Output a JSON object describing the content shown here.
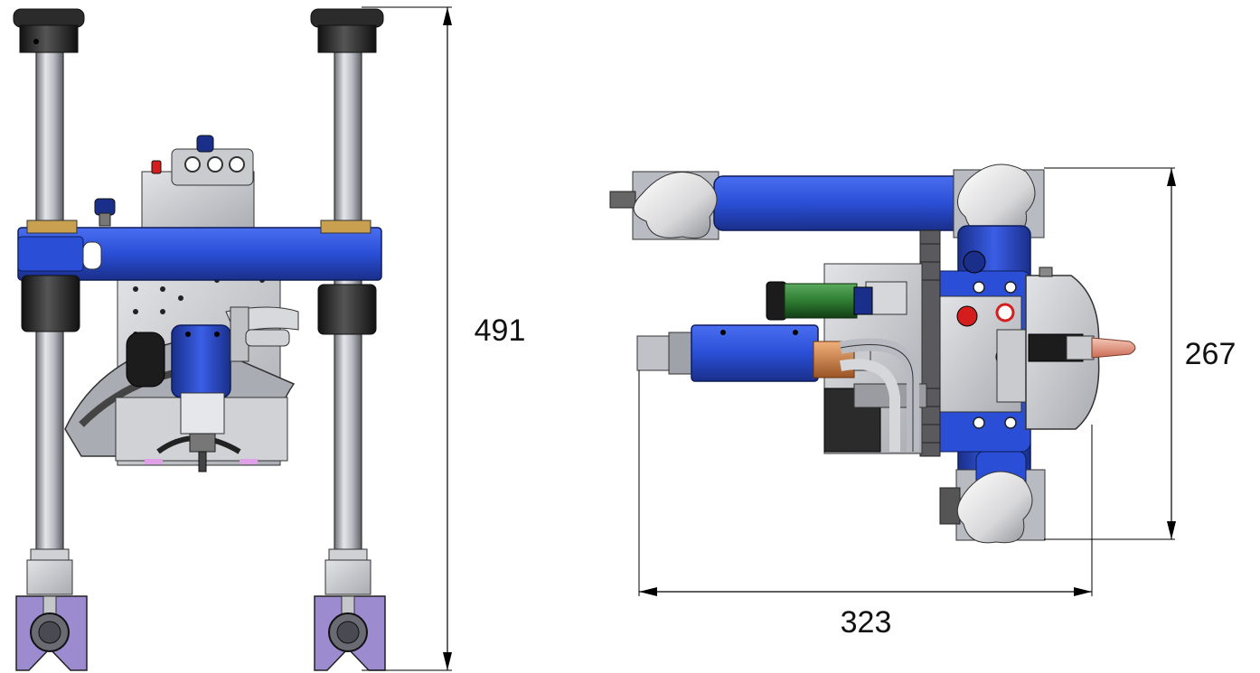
{
  "dimensions": {
    "front_height": "491",
    "side_height": "267",
    "side_width": "323"
  },
  "colors": {
    "body_blue": "#2a4fd6",
    "body_blue_dark": "#1a2f8a",
    "steel_grey": "#c9cbcf",
    "dark_grey": "#3a3a3a",
    "black": "#1c1c1c",
    "purple_pad": "#9d8bd0",
    "red_button": "#d41e1e",
    "green_part": "#2e7d32",
    "copper": "#c8753a",
    "nozzle_pink": "#e8a08a"
  },
  "icons": {
    "front_view": "welding-carriage-front-view",
    "side_view": "welding-carriage-top-view"
  }
}
